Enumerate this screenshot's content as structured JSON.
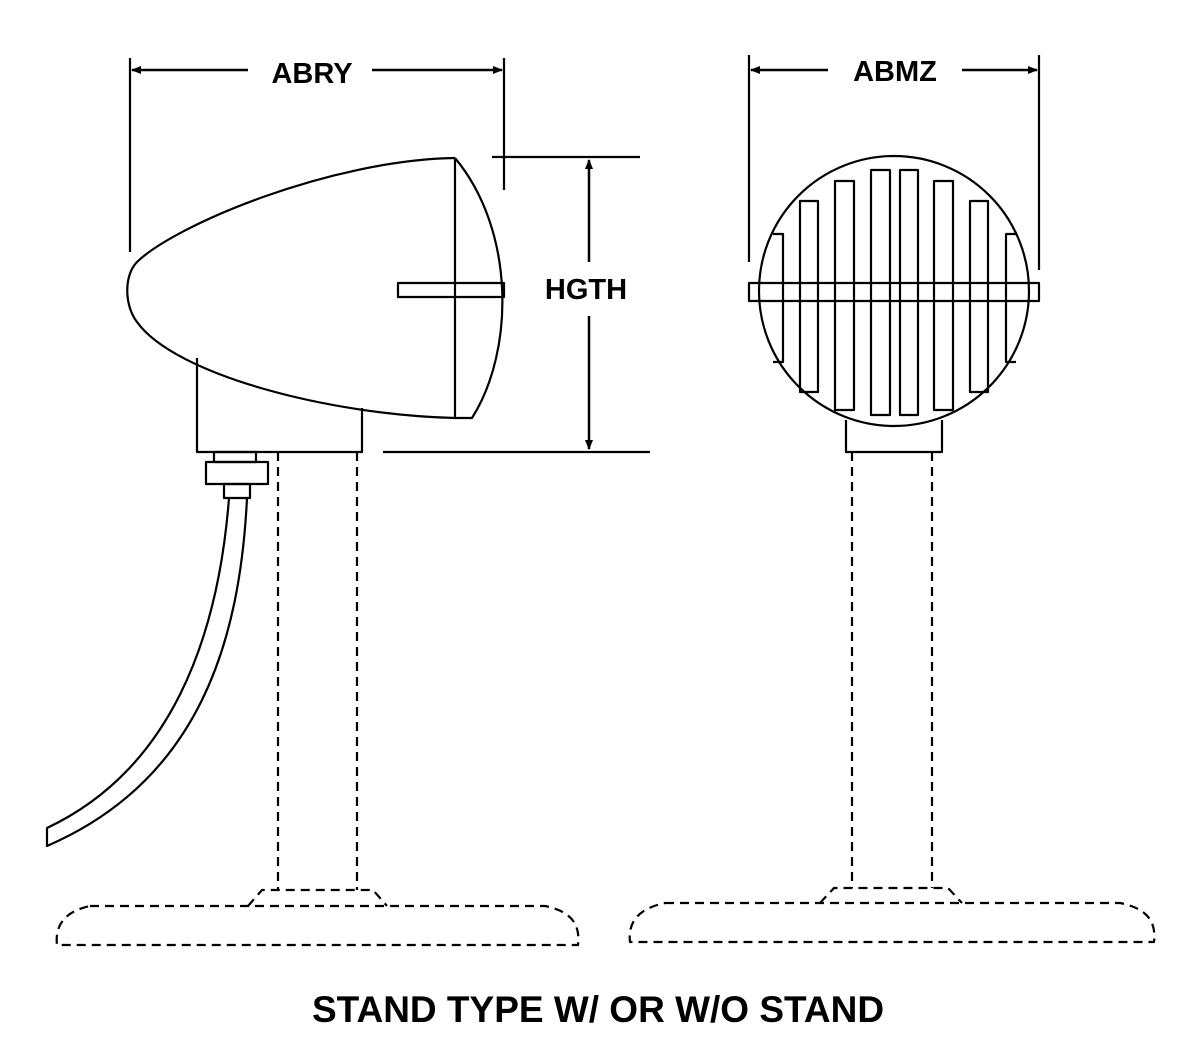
{
  "dimensions": {
    "side_width": "ABRY",
    "height": "HGTH",
    "front_width": "ABMZ"
  },
  "caption": "STAND TYPE W/ OR W/O STAND",
  "colors": {
    "line": "#000000",
    "background": "#ffffff"
  }
}
